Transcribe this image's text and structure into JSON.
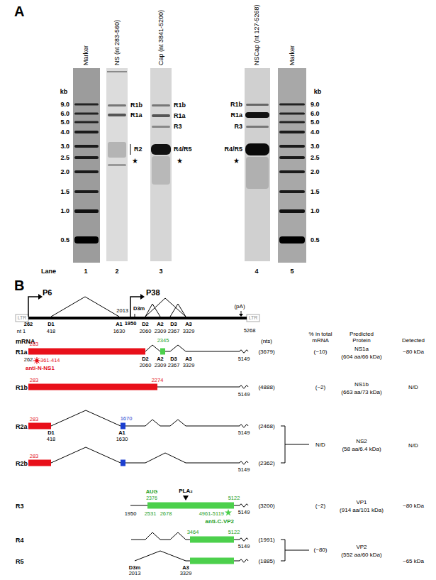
{
  "diagram": {
    "labels": [
      "A",
      "Marker",
      "NS (nt 283-560)",
      "Cap (nt 3841-5200)",
      "NSCap (nt 127-5268)",
      "Marker",
      "kb",
      "9.0",
      "6.0",
      "5.0",
      "4.0",
      "3.0",
      "2.5",
      "2.0",
      "1.5",
      "1.0",
      "0.5",
      "kb",
      "9.0",
      "6.0",
      "5.0",
      "4.0",
      "3.0",
      "2.5",
      "2.0",
      "1.5",
      "1.0",
      "0.5",
      "R1b",
      "R1a",
      "R2",
      "★",
      "R1b",
      "R1a",
      "R3",
      "R4/R5",
      "★",
      "R1b",
      "R1a",
      "R3",
      "R4/R5",
      "★",
      "Lane",
      "1",
      "2",
      "3",
      "4",
      "5",
      "B",
      "P6",
      "P38",
      "2013",
      "D3m",
      "(pA)",
      "262",
      "nt 1",
      "D1",
      "418",
      "A1",
      "1630",
      "1950",
      "D2",
      "2060",
      "A2",
      "2309",
      "D3",
      "2367",
      "A3",
      "3329",
      "5268",
      "mRNA",
      "(nts)",
      "% in total mRNA",
      "Predicted Protein",
      "Detected",
      "R1a",
      "283",
      "2345",
      "262",
      "361-414",
      "anti-N-NS1",
      "D2",
      "2060",
      "A2",
      "2309",
      "D3",
      "2367",
      "A3",
      "3329",
      "5149",
      "(3679)",
      "(~10)",
      "NS1a",
      "(604 aa/66 kDa)",
      "~80 kDa",
      "R1b",
      "283",
      "2274",
      "5149",
      "(4888)",
      "(~2)",
      "NS1b",
      "(663 aa/73 kDa)",
      "N/D",
      "R2a",
      "283",
      "1670",
      "D1",
      "418",
      "A1",
      "1630",
      "5149",
      "(2468)",
      "R2b",
      "283",
      "5149",
      "(2362)",
      "N/D",
      "NS2",
      "(58 aa/6.4 kDa)",
      "N/D",
      "R3",
      "AUG",
      "2376",
      "PLA₂",
      "5122",
      "1950",
      "2531",
      "2678",
      "4961-5119",
      "anti-C-VP2",
      "5149",
      "(3200)",
      "(~2)",
      "VP1",
      "(914 aa/101 kDa)",
      "~80 kDa",
      "R4",
      "3464",
      "5122",
      "5149",
      "(1991)",
      "R5",
      "D3m",
      "2013",
      "A3",
      "3329",
      "(1885)",
      "(~80)",
      "VP2",
      "(552 aa/60 kDa)",
      "~65 kDa",
      "LTR",
      "LTR"
    ]
  }
}
